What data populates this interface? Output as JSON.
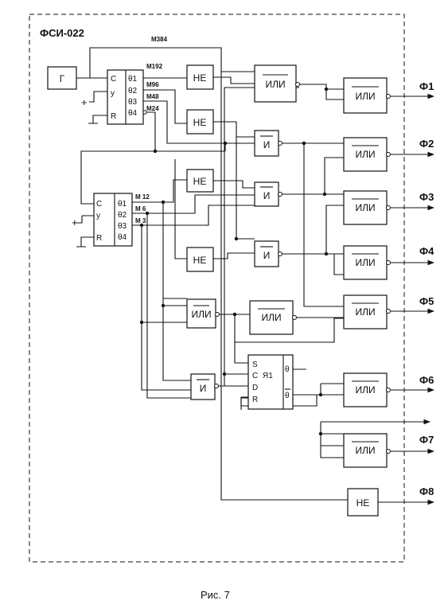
{
  "title": "ФСИ-022",
  "caption": "Рис. 7",
  "generator": "Г",
  "plus": "+",
  "counter1": {
    "pins_left": [
      "C",
      "y",
      "R"
    ],
    "pins_right": [
      "θ1",
      "θ2",
      "θ3",
      "θ4"
    ],
    "taps": [
      "M384",
      "M192",
      "M96",
      "M48",
      "M24"
    ]
  },
  "counter2": {
    "pins_left": [
      "C",
      "y",
      "R"
    ],
    "pins_right": [
      "θ1",
      "θ2",
      "θ3",
      "θ4"
    ],
    "taps": [
      "M 12",
      "M 6",
      "M 3"
    ]
  },
  "gates": {
    "not": "НЕ",
    "and": "И",
    "or": "ИЛИ"
  },
  "trigger": {
    "pins": [
      "S",
      "C",
      "D",
      "R"
    ],
    "name": "Я1",
    "q": "θ",
    "qbar": "θ"
  },
  "outputs": [
    "Ф1",
    "Ф2",
    "Ф3",
    "Ф4",
    "Ф5",
    "Ф6",
    "Ф7",
    "Ф8"
  ]
}
